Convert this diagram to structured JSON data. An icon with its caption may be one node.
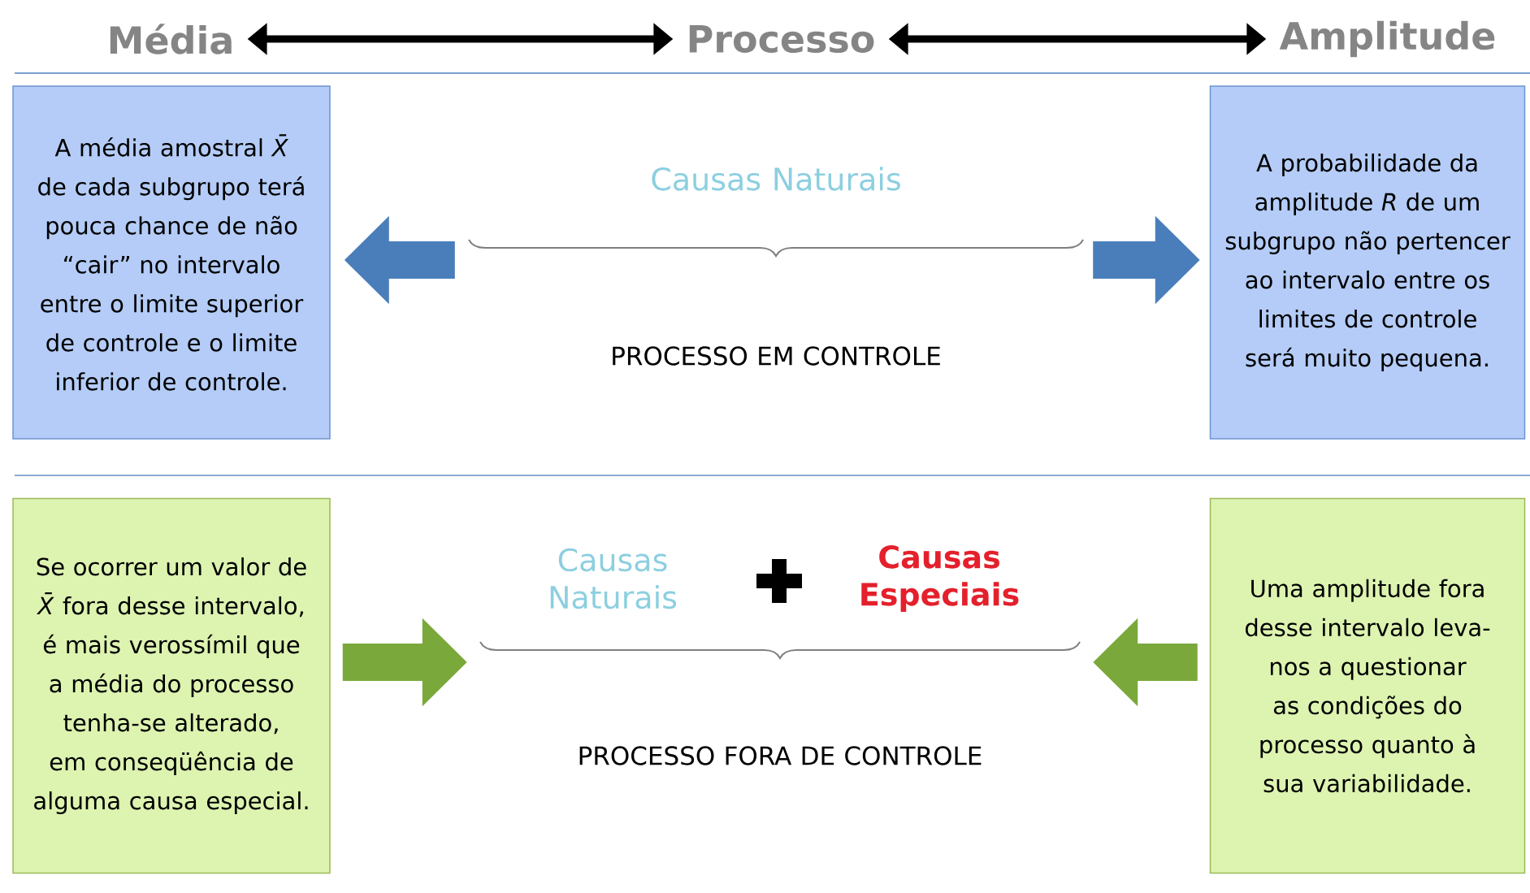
{
  "diagram": {
    "nodes": [
      {
        "text": [
          "Média"
        ]
      },
      {
        "text": [
          "Processo"
        ]
      },
      {
        "text": [
          "Amplitude"
        ]
      },
      {
        "text": [
          "A média amostral *X̄* de cada subgrupo terá pouca chance de não “cair” no intervalo entre o limite superior de controle e o limite inferior de controle."
        ]
      },
      {
        "text": [
          "Causas Naturais",
          "PROCESSO EM CONTROLE"
        ]
      },
      {
        "text": [
          "A probabilidade da amplitude *R* de um subgrupo não pertencer ao intervalo entre os limites de controle será muito pequena."
        ]
      },
      {
        "text": [
          "Se ocorrer um valor de *X̄* fora desse intervalo, é mais verossímil que a média do processo tenha-se alterado, em conseqüência de alguma causa especial."
        ]
      },
      {
        "text": [
          "Causas Naturais",
          "Causas Especiais",
          "PROCESSO FORA DE CONTROLE"
        ]
      },
      {
        "text": [
          "Uma amplitude fora desse intervalo leva-nos a questionar as condições do processo quanto à sua variabilidade."
        ]
      }
    ],
    "edges": [
      {
        "from": 0,
        "to": 1,
        "arrow": "both"
      },
      {
        "from": 1,
        "to": 2,
        "arrow": "both"
      },
      {
        "from": 4,
        "to": 3,
        "arrow": "to",
        "color": "#4a7ebb"
      },
      {
        "from": 4,
        "to": 5,
        "arrow": "to",
        "color": "#4a7ebb"
      },
      {
        "from": 6,
        "to": 7,
        "arrow": "to",
        "color": "#7aa83a"
      },
      {
        "from": 8,
        "to": 7,
        "arrow": "to",
        "color": "#7aa83a"
      }
    ]
  }
}
